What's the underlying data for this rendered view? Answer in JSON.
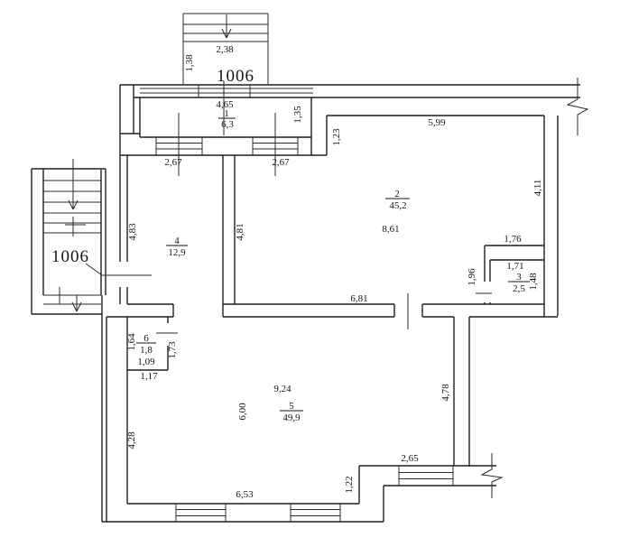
{
  "apartment": {
    "number": "1006"
  },
  "rooms": [
    {
      "number": "1",
      "area": "6,3"
    },
    {
      "number": "2",
      "area": "45,2"
    },
    {
      "number": "3",
      "area": "2,5"
    },
    {
      "number": "4",
      "area": "12,9"
    },
    {
      "number": "5",
      "area": "49,9"
    },
    {
      "number": "6",
      "area": "1,8"
    }
  ],
  "dims": {
    "balcony_width": "2,38",
    "balcony_depth": "1,38",
    "room1_width": "4,65",
    "room1_depth": "1,35",
    "room4_window": "2,67",
    "room2_window": "2,67",
    "room2_top": "5,99",
    "room2_notch": "1,23",
    "room2_right": "4,11",
    "room4_left": "4,83",
    "room2_left": "4,81",
    "room2_width": "8,61",
    "niche_width": "1,76",
    "room3_top": "1,71",
    "room3_left": "1,96",
    "room3_right": "1,48",
    "room2_bottom": "6,81",
    "room6_left": "1,64",
    "room6_right": "1,73",
    "room6_inner": "1,09",
    "room6_outer": "1,17",
    "room5_top": "9,24",
    "room5_inner": "6,00",
    "room5_left": "4,28",
    "room5_right": "4,78",
    "balcony_door_window": "2,65",
    "bottom_step": "1,22",
    "room5_bottom": "6,53"
  }
}
